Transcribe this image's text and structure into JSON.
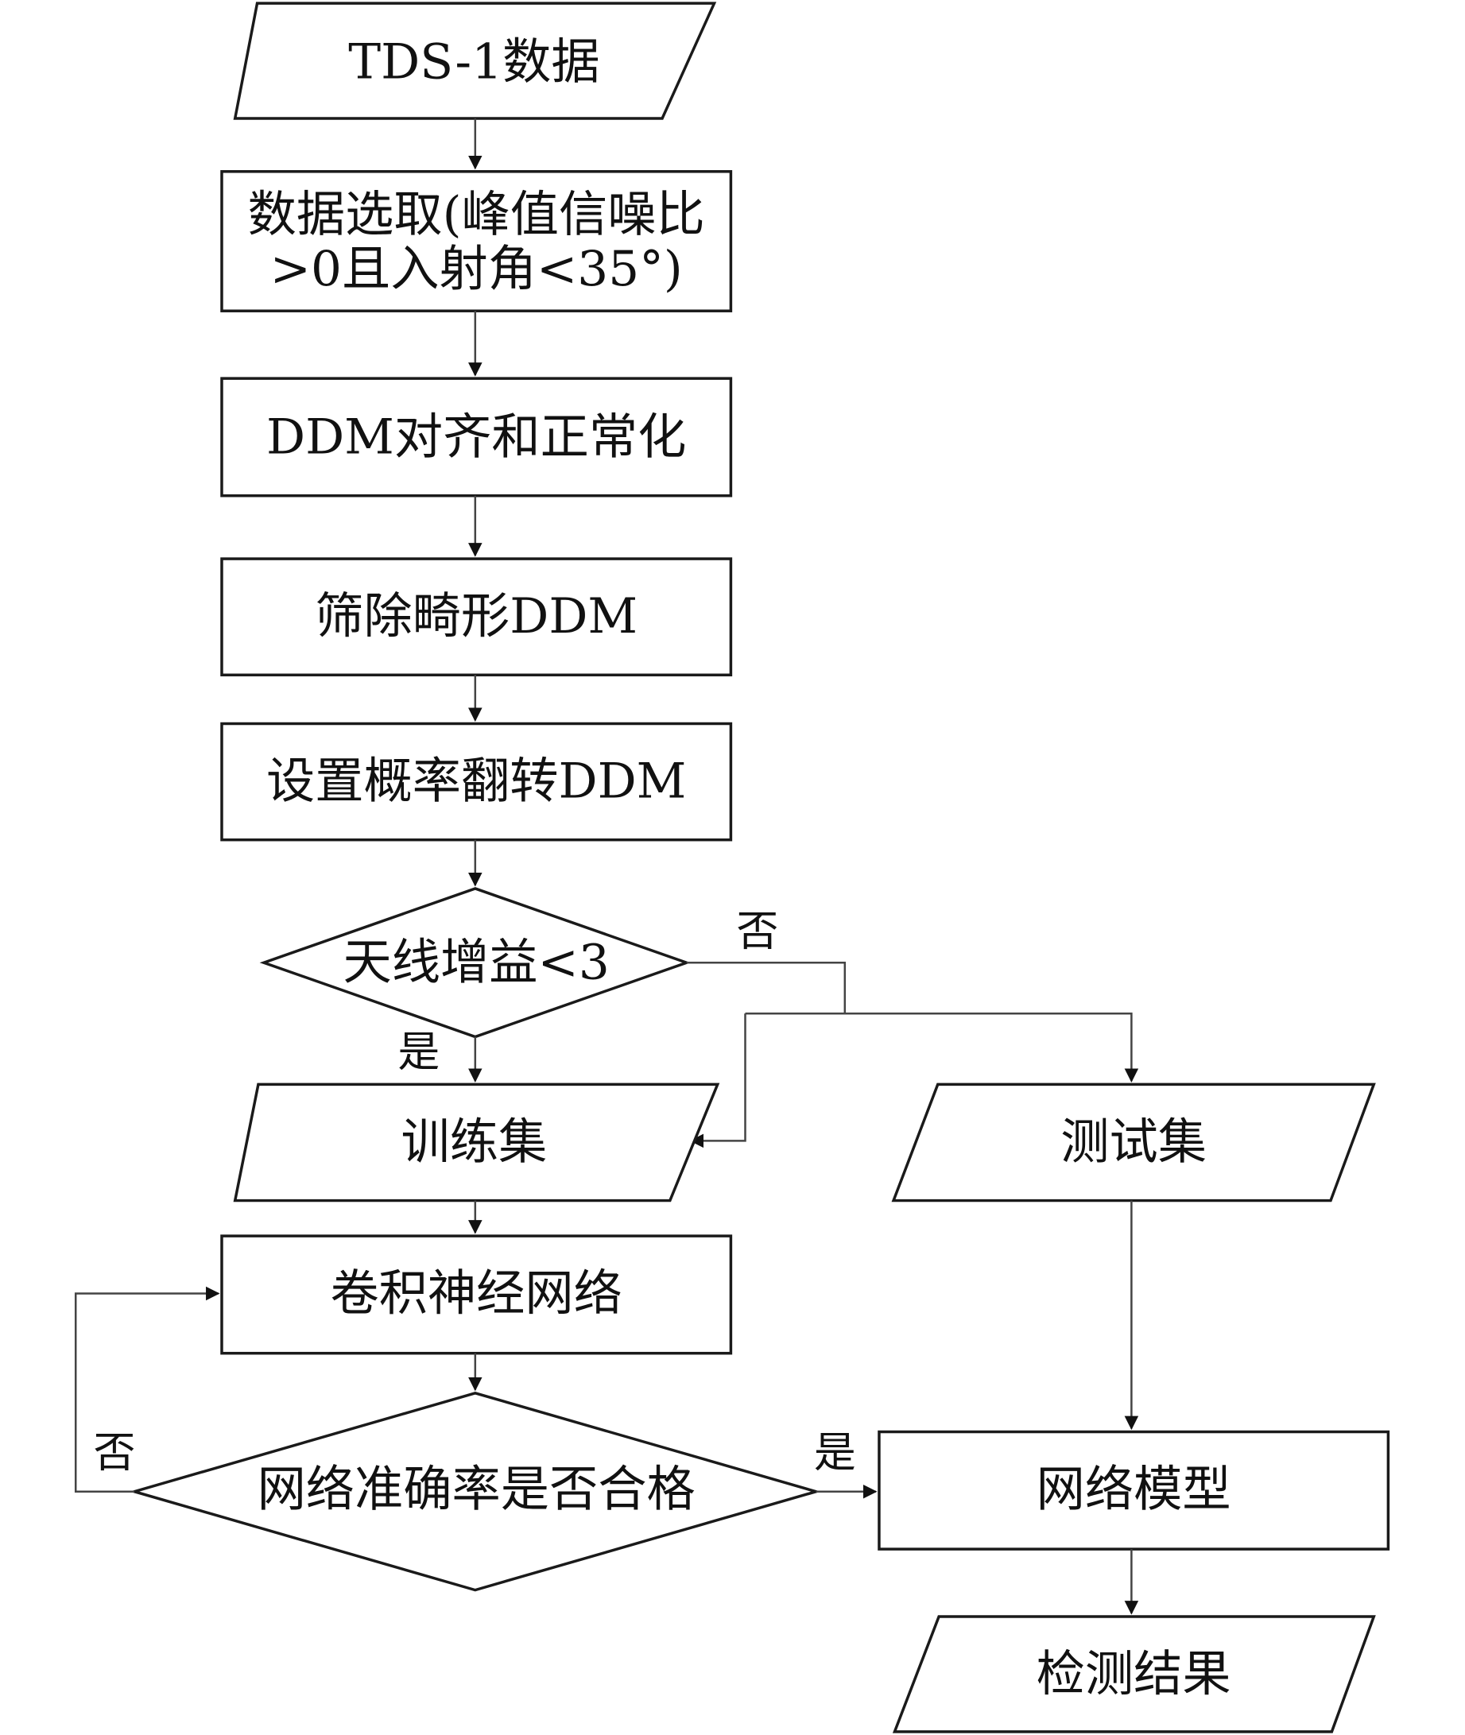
{
  "title": "TDS-1 DDM detection flowchart",
  "nodes": {
    "tds1_data": {
      "type": "io",
      "label": "TDS-1数据"
    },
    "data_select": {
      "type": "process",
      "lines": [
        "数据选取(峰值信噪比",
        ">0且入射角<35°)"
      ]
    },
    "ddm_align": {
      "type": "process",
      "label": "DDM对齐和正常化"
    },
    "filter_ddm": {
      "type": "process",
      "label": "筛除畸形DDM"
    },
    "flip_ddm": {
      "type": "process",
      "label": "设置概率翻转DDM"
    },
    "gain_check": {
      "type": "decision",
      "label": "天线增益<3"
    },
    "train_set": {
      "type": "io",
      "label": "训练集"
    },
    "test_set": {
      "type": "io",
      "label": "测试集"
    },
    "cnn": {
      "type": "process",
      "label": "卷积神经网络"
    },
    "accuracy_check": {
      "type": "decision",
      "label": "网络准确率是否合格"
    },
    "net_model": {
      "type": "process",
      "label": "网络模型"
    },
    "result": {
      "type": "io",
      "label": "检测结果"
    }
  },
  "edges": {
    "gain_no": "否",
    "gain_yes": "是",
    "acc_no": "否",
    "acc_yes": "是"
  }
}
